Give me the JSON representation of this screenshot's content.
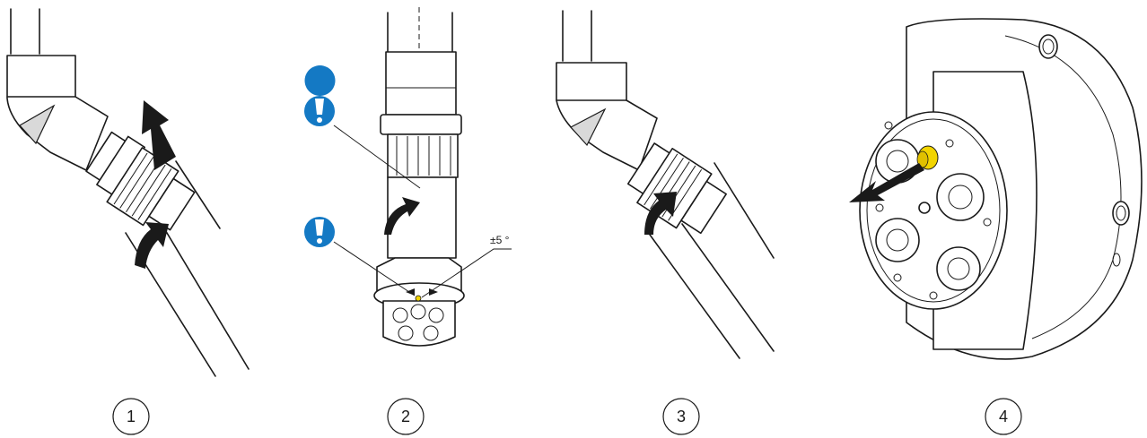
{
  "steps": [
    {
      "label": "1"
    },
    {
      "label": "2"
    },
    {
      "label": "3"
    },
    {
      "label": "4"
    }
  ],
  "annotations": {
    "angle_tolerance": "±5 °"
  },
  "icons": {
    "warning": "exclamation-warning-icon"
  },
  "colors": {
    "warning_blue": "#1479c4",
    "marker_yellow": "#f2d400",
    "ink": "#1a1a1a"
  }
}
